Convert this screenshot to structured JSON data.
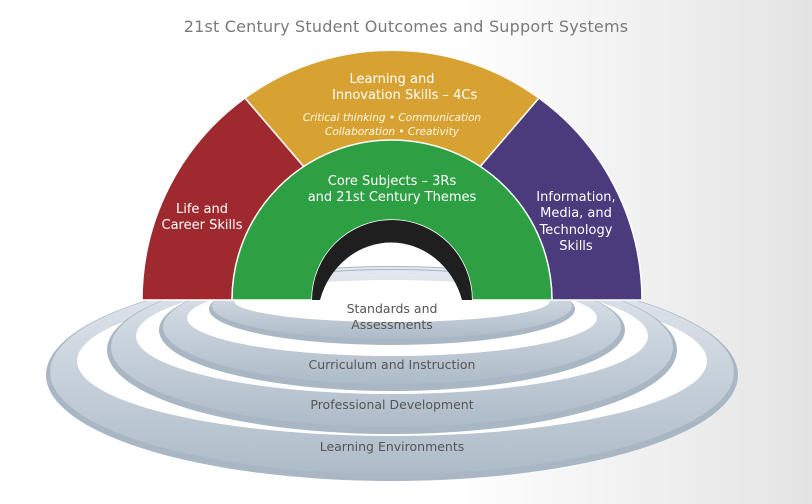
{
  "title": "21st Century Student Outcomes and Support Systems",
  "outcomes": {
    "life_career": {
      "line1": "Life and",
      "line2": "Career Skills",
      "color": "#9e2a2f"
    },
    "learning_innovation": {
      "line1": "Learning and",
      "line2": "Innovation Skills – 4Cs",
      "detail1": "Critical thinking • Communication",
      "detail2": "Collaboration • Creativity",
      "color": "#d7a231"
    },
    "information_media": {
      "line1": "Information,",
      "line2": "Media, and",
      "line3": "Technology",
      "line4": "Skills",
      "color": "#4b3a7c"
    },
    "core_subjects": {
      "line1": "Core Subjects – 3Rs",
      "line2": "and 21st Century Themes",
      "color": "#2ea044"
    }
  },
  "support_systems": {
    "standards": {
      "line1": "Standards and",
      "line2": "Assessments"
    },
    "curriculum": "Curriculum and Instruction",
    "professional_development": "Professional Development",
    "learning_environments": "Learning Environments",
    "ring_color": "#c6d0da"
  }
}
